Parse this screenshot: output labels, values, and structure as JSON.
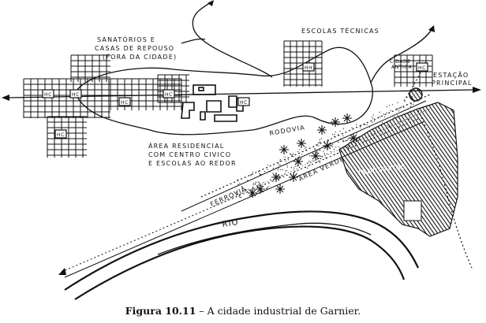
{
  "labels": {
    "sanatorios_line1": "SANATÓRIOS E",
    "sanatorios_line2": "CASAS DE REPOUSO",
    "sanatorios_line3": "(FORA DA CIDADE)",
    "escolas_tecnicas": "ESCOLAS TÉCNICAS",
    "cidade_antiga_line1": "CIDADE",
    "cidade_antiga_line2": "ANTIGA",
    "estacao_line1": "ESTAÇÃO",
    "estacao_line2": "PRINCIPAL",
    "rodovia": "RODOVIA",
    "area_residencial_line1": "ÁREA RESIDENCIAL",
    "area_residencial_line2": "COM CENTRO CIVICO",
    "area_residencial_line3": "E ESCOLAS AO REDOR",
    "area_verde": "ÁREA VERDE",
    "ferrovia": "FERROVIA",
    "industrias": "INDÚSTRIAS",
    "rio": "RIO",
    "hc": "HC",
    "hc_alt": "HH"
  },
  "caption": {
    "label": "Figura 10.11",
    "text": " – A cidade industrial de Garnier."
  }
}
